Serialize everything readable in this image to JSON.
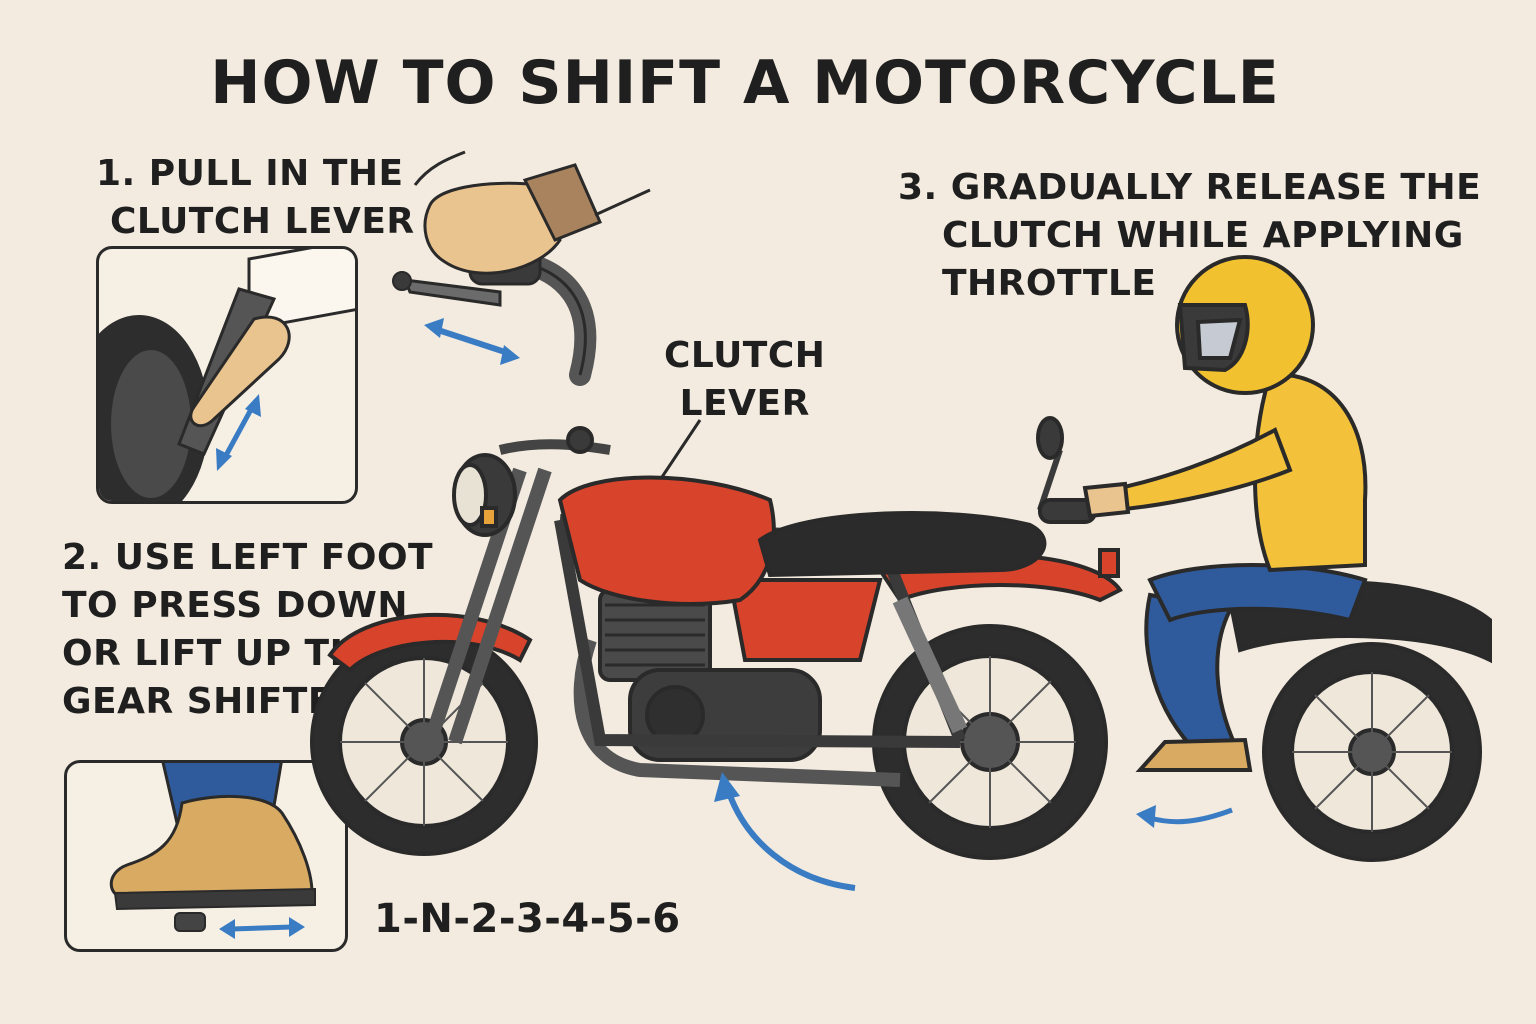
{
  "title": "HOW TO SHIFT A MOTORCYCLE",
  "steps": [
    {
      "lines": [
        "1. PULL IN THE",
        "CLUTCH LEVER"
      ]
    },
    {
      "lines": [
        "2. USE LEFT FOOT",
        "TO PRESS DOWN",
        "OR LIFT UP THE",
        "GEAR SHIFTER"
      ]
    },
    {
      "lines": [
        "3. GRADUALLY RELEASE THE",
        "CLUTCH WHILE APPLYING",
        "THROTTLE"
      ]
    }
  ],
  "labels": {
    "clutch_lever": [
      "CLUTCH",
      "LEVER"
    ]
  },
  "gear_sequence": "1-N-2-3-4-5-6",
  "colors": {
    "background": "#f3ebdf",
    "tank": "#d8432b",
    "helmet": "#f2c130",
    "jacket": "#f4c23a",
    "jeans": "#2f5b9c",
    "boot": "#d9aa62",
    "arrow": "#3a7cc4",
    "ink": "#2a2a2a"
  },
  "icons": [
    "double-arrow-icon",
    "curved-arrow-icon",
    "motorcycle-illustration",
    "rider-illustration"
  ]
}
